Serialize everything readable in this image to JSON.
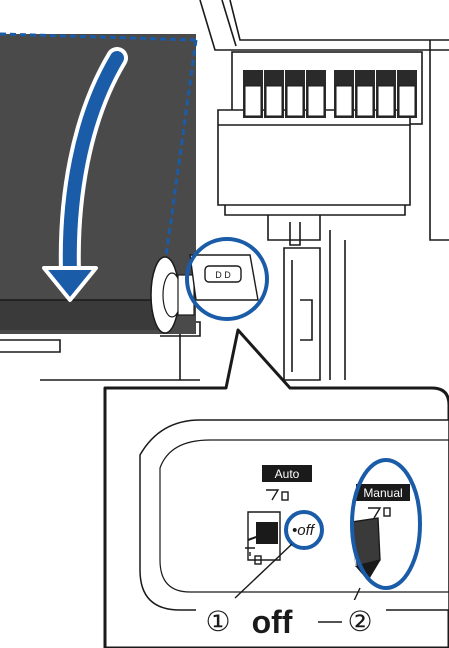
{
  "callout": {
    "auto_label": "Auto",
    "manual_label": "Manual",
    "switch_state_label": "•off",
    "bottom_label": "off",
    "marker_1": "①",
    "marker_2": "②"
  },
  "colors": {
    "highlight_blue": "#1a5ca8",
    "media_gray": "#4a4a4a",
    "outline_black": "#1a1a1a"
  }
}
